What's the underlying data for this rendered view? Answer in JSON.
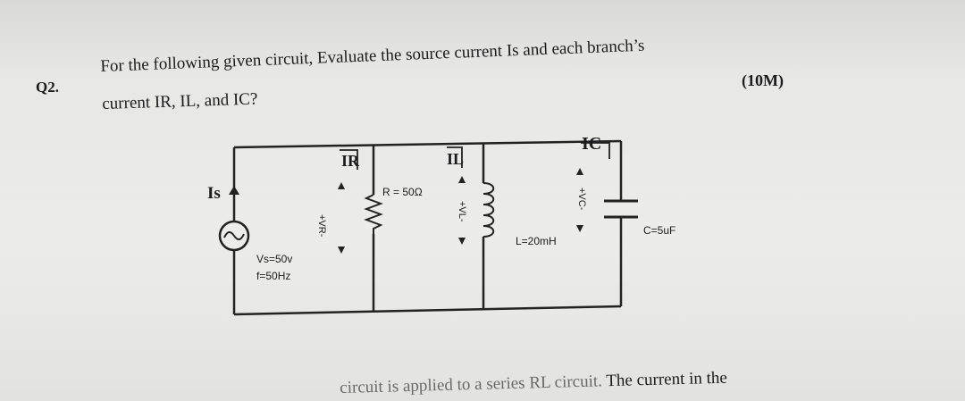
{
  "question": {
    "number": "Q2.",
    "line1": "For the following given circuit, Evaluate  the source current Is and each branch’s",
    "line2": "current IR, IL, and IC?",
    "marks": "(10M)"
  },
  "circuit": {
    "source_current_label": "Is",
    "source_voltage": "Vs=50v",
    "source_frequency": "f=50Hz",
    "branch_r_current": "IR",
    "branch_l_current": "IL",
    "branch_c_current": "IC",
    "resistor_value": "R = 50Ω",
    "inductor_value": "L=20mH",
    "capacitor_value": "C=5uF",
    "vr_label": "+VR-",
    "vl_label": "+VL-",
    "vc_label": "+VC-"
  },
  "footer_text": {
    "faded_part": "circuit is applied to a series RL circuit.",
    "clear_part": "The current in the"
  }
}
